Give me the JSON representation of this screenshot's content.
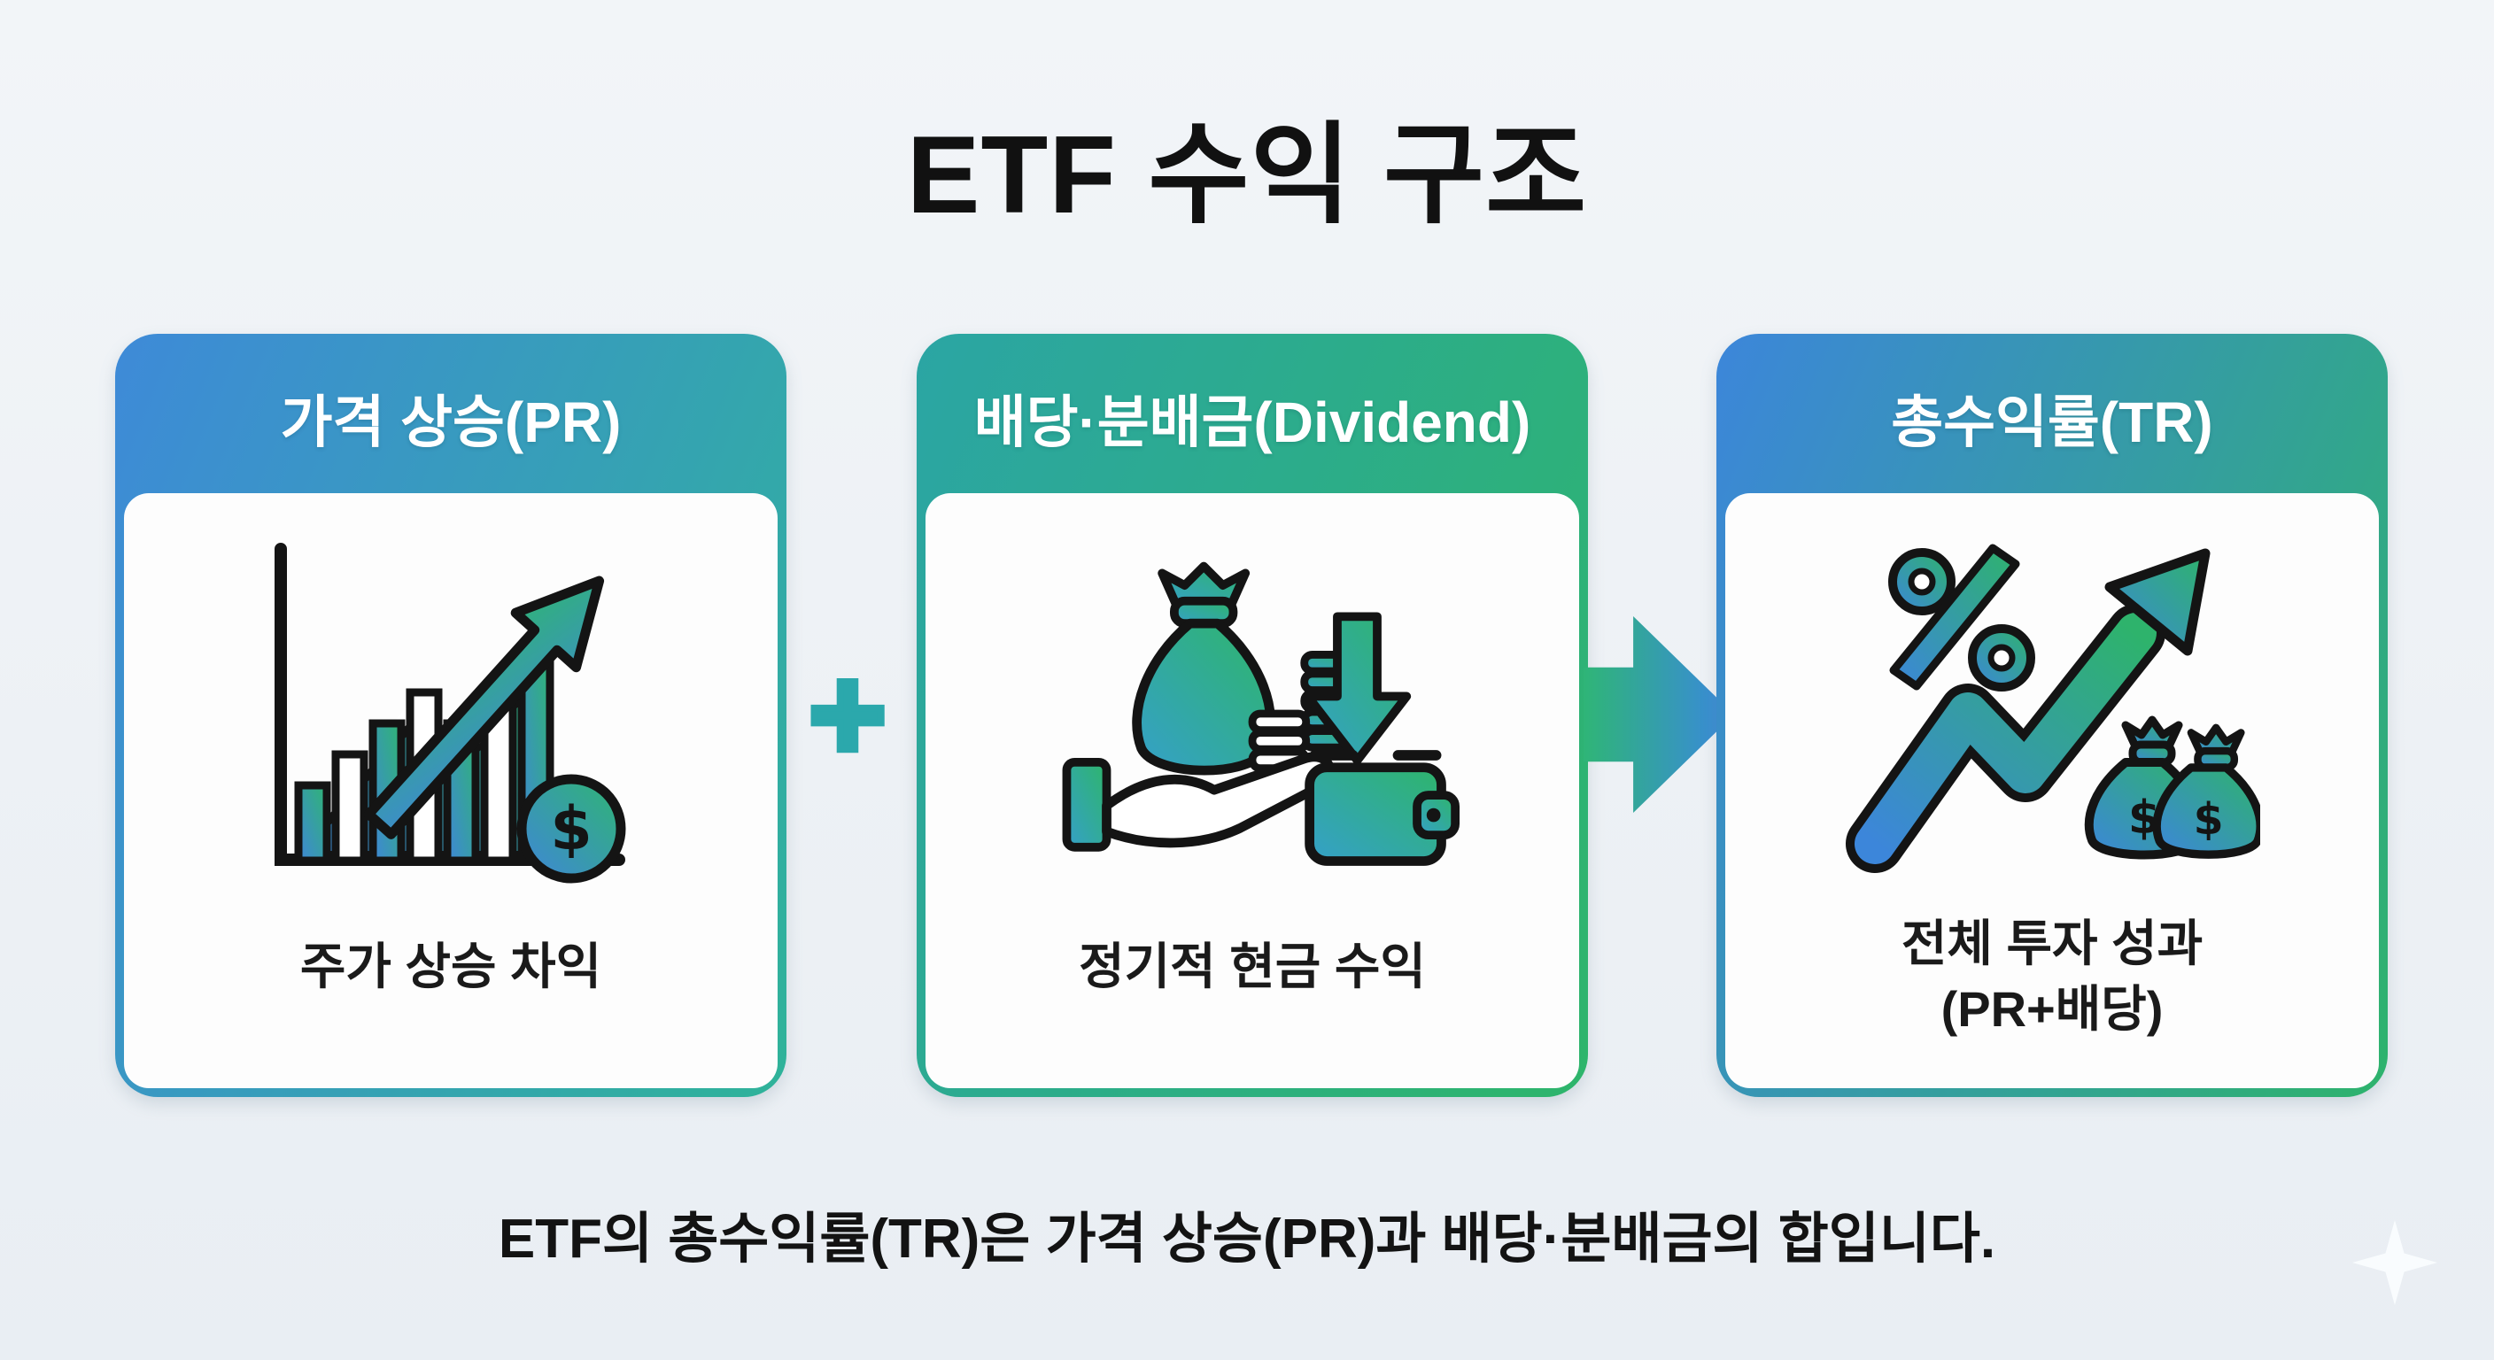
{
  "title": "ETF 수익 구조",
  "cards": [
    {
      "id": "price-return",
      "header": "가격 상승(PR)",
      "caption": "주가 상승 차익",
      "icon": "growth-chart-dollar-icon",
      "header_gradient": [
        "#3E8AD8",
        "#2FB399"
      ]
    },
    {
      "id": "dividend",
      "header": "배당·분배금(Dividend)",
      "caption": "정기적 현금 수익",
      "icon": "hand-moneybag-wallet-icon",
      "header_gradient": [
        "#2BA5A4",
        "#2EB56B"
      ]
    },
    {
      "id": "total-return",
      "header": "총수익률(TR)",
      "caption_line1": "전체 투자 성과",
      "caption_line2": "(PR+배당)",
      "icon": "percent-arrow-moneybags-icon",
      "header_gradient": [
        "#3C86DA",
        "#2EB36C"
      ]
    }
  ],
  "operators": {
    "plus": "+"
  },
  "footer": "ETF의 총수익률(TR)은 가격 상승(PR)과 배당·분배금의 합입니다.",
  "colors": {
    "background": "#EEF2F6",
    "card_body": "#FDFDFD",
    "header_text": "#FFFFFF",
    "caption_text": "#1A1A1A",
    "title_text": "#111111",
    "plus_teal": "#2BA8AC",
    "accent_blue": "#3B87D9",
    "accent_green": "#2EB56F",
    "accent_teal": "#2BA9A4",
    "icon_outline": "#141414",
    "sparkle": "#FBFDFF"
  }
}
